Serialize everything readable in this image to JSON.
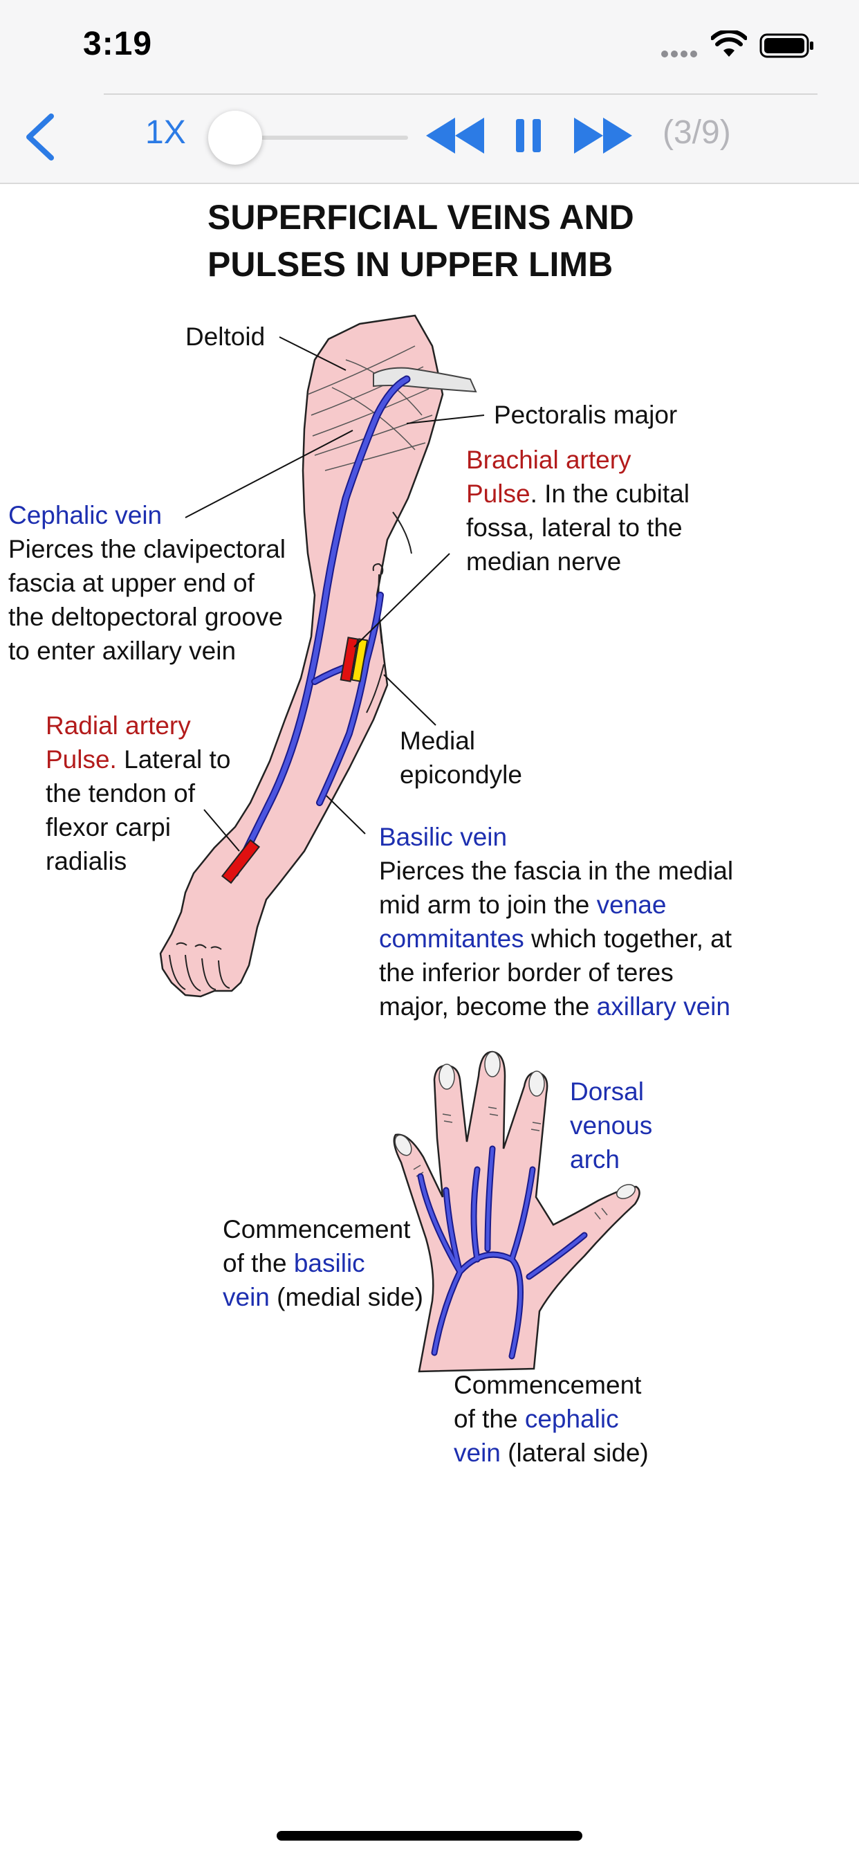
{
  "status_bar": {
    "time": "3:19"
  },
  "player": {
    "speed": "1X",
    "progress": 0.12,
    "page_counter": "(3/9)"
  },
  "figure": {
    "title_lines": [
      "SUPERFICIAL VEINS AND",
      "PULSES IN UPPER LIMB"
    ],
    "deltoid": "Deltoid",
    "pectoralis": "Pectoralis major",
    "brachial": {
      "name": "Brachial artery",
      "pulse": "Pulse",
      "line1_rest": ". In the cubital",
      "line2": "fossa, lateral to the",
      "line3": "median nerve"
    },
    "cephalic": {
      "name": "Cephalic vein",
      "lines": [
        "Pierces the clavipectoral",
        "fascia at upper end of",
        "the deltopectoral groove",
        "to enter axillary vein"
      ]
    },
    "radial": {
      "name": "Radial artery",
      "pulse": "Pulse.",
      "line1_rest": " Lateral to",
      "lines": [
        "the tendon of",
        "flexor carpi",
        "radialis"
      ]
    },
    "medial_epicondyle": [
      "Medial",
      "epicondyle"
    ],
    "basilic": {
      "name": "Basilic vein",
      "line1": "Pierces the fascia in the medial",
      "line2_a": "mid arm to join the ",
      "line2_b": "venae",
      "line3_a": "commitantes",
      "line3_b": " which together, at",
      "line4": "the inferior border of teres",
      "line5_a": "major, become the ",
      "line5_b": "axillary vein"
    },
    "dorsal_arch": [
      "Dorsal",
      "venous",
      "arch"
    ],
    "basilic_start": {
      "line1": "Commencement",
      "line2_a": "of the ",
      "line2_b": "basilic",
      "line3_a": "vein",
      "line3_b": " (medial side)"
    },
    "cephalic_start": {
      "line1": "Commencement",
      "line2_a": "of the ",
      "line2_b": "cephalic",
      "line3_a": "vein",
      "line3_b": " (lateral side)"
    }
  },
  "colors": {
    "accent": "#2c7be5",
    "vein": "#4b55e0",
    "artery_label": "#b31b1b",
    "vein_label": "#1d2fb0",
    "skin": "#f6c9cb"
  },
  "icons": [
    "back-chevron-icon",
    "rewind-icon",
    "pause-icon",
    "fast-forward-icon",
    "wifi-icon",
    "battery-icon",
    "signal-dots-icon"
  ]
}
